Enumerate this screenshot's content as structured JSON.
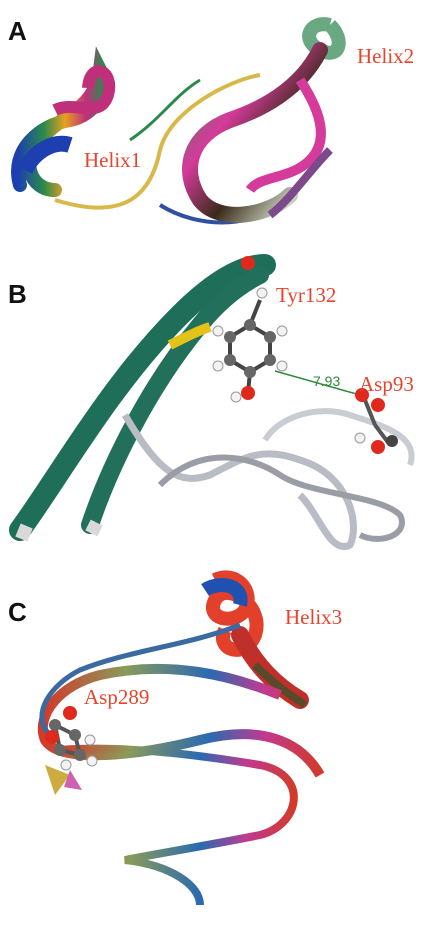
{
  "panels": [
    {
      "letter": "A",
      "labels": [
        "Helix1",
        "Helix2"
      ]
    },
    {
      "letter": "B",
      "labels": [
        "Tyr132",
        "Asp93"
      ],
      "distance": "7.93"
    },
    {
      "letter": "C",
      "labels": [
        "Helix3",
        "Asp289"
      ]
    }
  ],
  "colors": {
    "label": "#e8442c",
    "distance_line": "#2f8a3a",
    "strand_b": "#1f6e5a",
    "loop_b": "#b9bcc4"
  },
  "icons": [
    "ribbon-structure",
    "ball-and-stick-residue"
  ]
}
